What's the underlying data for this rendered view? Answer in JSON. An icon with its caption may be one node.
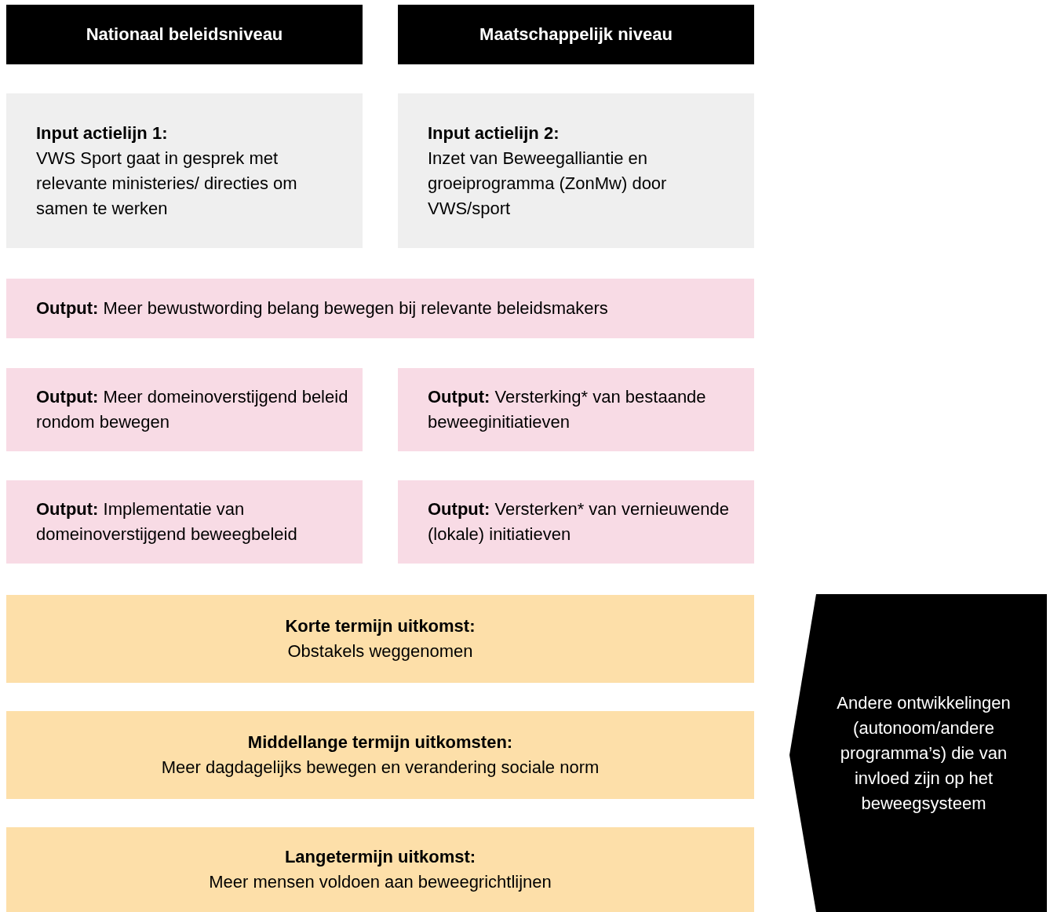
{
  "diagram": {
    "nodes": [
      {
        "text": [
          "Nationaal beleidsniveau"
        ]
      },
      {
        "text": [
          "Maatschappelijk niveau"
        ]
      },
      {
        "text": [
          "Input actielijn 1:",
          "VWS Sport gaat in gesprek met relevante ministeries/ directies om samen te werken"
        ]
      },
      {
        "text": [
          "Input actielijn 2:",
          "Inzet van Beweegalliantie en groeiprogramma (ZonMw) door VWS/sport"
        ]
      },
      {
        "text": [
          "**Output:** Meer bewustwording belang bewegen bij relevante beleidsmakers"
        ]
      },
      {
        "text": [
          "**Output:** Meer domeinoverstijgend beleid rondom bewegen"
        ]
      },
      {
        "text": [
          "**Output:** Versterking* van bestaande beweeginitiatieven"
        ]
      },
      {
        "text": [
          "**Output:** Implementatie van domeinoverstijgend beweegbeleid"
        ]
      },
      {
        "text": [
          "**Output:** Versterken* van vernieuwende (lokale) initiatieven"
        ]
      },
      {
        "text": [
          "Korte termijn uitkomst:",
          "Obstakels weggenomen"
        ]
      },
      {
        "text": [
          "Middellange termijn uitkomsten:",
          "Meer dagdagelijks bewegen en verandering sociale norm"
        ]
      },
      {
        "text": [
          "Langetermijn uitkomst:",
          "Meer mensen voldoen aan beweegrichtlijnen"
        ]
      },
      {
        "text": [
          "Andere ontwikkelingen (autonoom/andere programma’s) die van invloed zijn op het beweegsysteem"
        ]
      }
    ]
  }
}
